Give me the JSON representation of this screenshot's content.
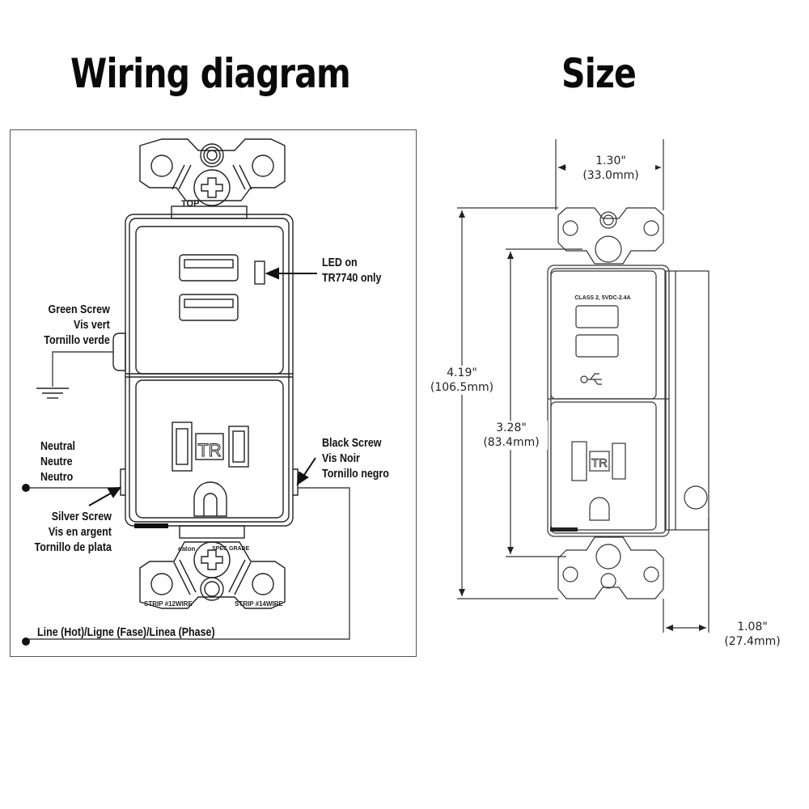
{
  "headings": {
    "wiring": "Wiring diagram",
    "size": "Size"
  },
  "wiring_diagram": {
    "labels": {
      "led": [
        "LED on",
        "TR7740 only"
      ],
      "green_screw": [
        "Green Screw",
        "Vis vert",
        "Tornillo verde"
      ],
      "neutral": [
        "Neutral",
        "Neutre",
        "Neutro"
      ],
      "silver_screw": [
        "Silver Screw",
        "Vis en argent",
        "Tornillo de plata"
      ],
      "black_screw": [
        "Black Screw",
        "Vis Noir",
        "Tornillo negro"
      ],
      "line": "Line (Hot)/Ligne (Fase)/Linea (Phase)"
    },
    "device_markings": {
      "top": "TOP",
      "tr": "TR",
      "strip_left": "STRIP #12WIRE",
      "strip_right": "STRIP #14WIRE",
      "brand": "eaton",
      "grade": "SPEC GRADE"
    }
  },
  "size_diagram": {
    "width": {
      "in": "1.30\"",
      "mm": "(33.0mm)"
    },
    "overall_height": {
      "in": "4.19\"",
      "mm": "(106.5mm)"
    },
    "body_height": {
      "in": "3.28\"",
      "mm": "(83.4mm)"
    },
    "depth": {
      "in": "1.08\"",
      "mm": "(27.4mm)"
    },
    "device_markings": {
      "rating": "CLASS 2, 5VDC-2.4A",
      "tr": "TR"
    }
  }
}
